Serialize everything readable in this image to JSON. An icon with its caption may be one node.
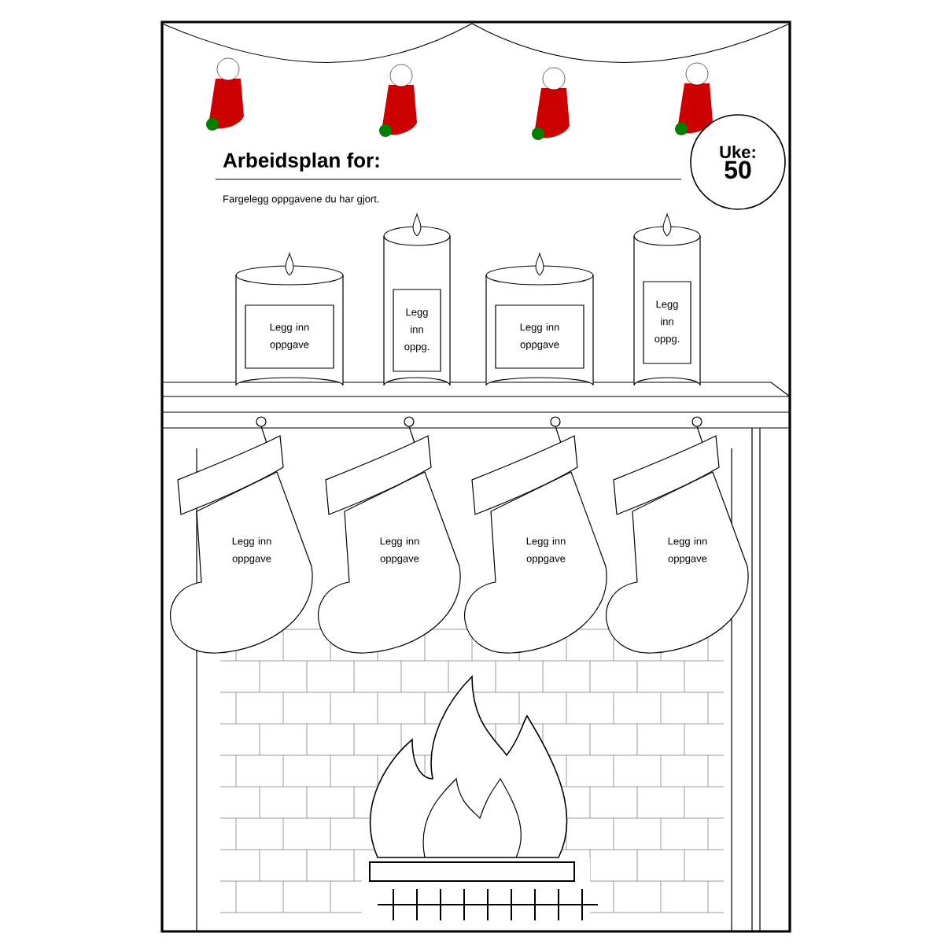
{
  "diagram": {
    "title": "Arbeidsplan for:",
    "nodes": [
      {
        "text": [
          "Uke:",
          "50"
        ]
      },
      {
        "text": [
          "Legg inn oppgave"
        ]
      },
      {
        "text": [
          "Legg inn oppg."
        ]
      },
      {
        "text": [
          "Legg inn oppgave"
        ]
      },
      {
        "text": [
          "Legg inn oppg."
        ]
      },
      {
        "text": [
          "Legg inn oppgave"
        ]
      },
      {
        "text": [
          "Legg inn oppgave"
        ]
      },
      {
        "text": [
          "Legg inn oppgave"
        ]
      },
      {
        "text": [
          "Legg inn oppgave"
        ]
      }
    ],
    "labels": [
      "Fargelegg oppgavene du har gjort."
    ]
  }
}
